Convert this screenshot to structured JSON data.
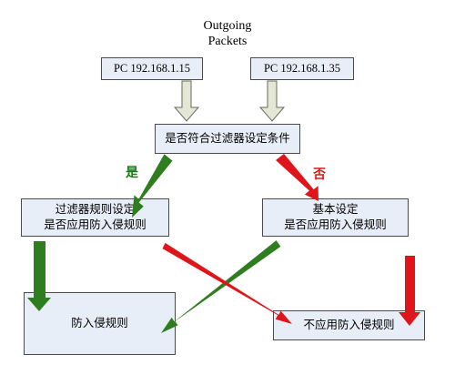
{
  "title": {
    "line1": "Outgoing",
    "line2": "Packets"
  },
  "nodes": {
    "pc1": {
      "label": "PC 192.168.1.15"
    },
    "pc2": {
      "label": "PC 192.168.1.35"
    },
    "condition": {
      "label": "是否符合过滤器设定条件"
    },
    "filter_rules": {
      "line1": "过滤器规则设定",
      "line2": "是否应用防入侵规则"
    },
    "basic_settings": {
      "line1": "基本设定",
      "line2": "是否应用防入侵规则"
    },
    "apply_ips": {
      "label": "防入侵规则"
    },
    "no_ips": {
      "label": "不应用防入侵规则"
    }
  },
  "decisions": {
    "yes": "是",
    "no": "否"
  },
  "colors": {
    "box_fill": "#e8eef8",
    "border": "#4a4a4a",
    "inbound_arrow": "#e4e6d6",
    "yes_arrow": "#2e7d1f",
    "no_arrow": "#e0151c",
    "yes_text": "#1a7a1a",
    "no_text": "#e0151c"
  }
}
